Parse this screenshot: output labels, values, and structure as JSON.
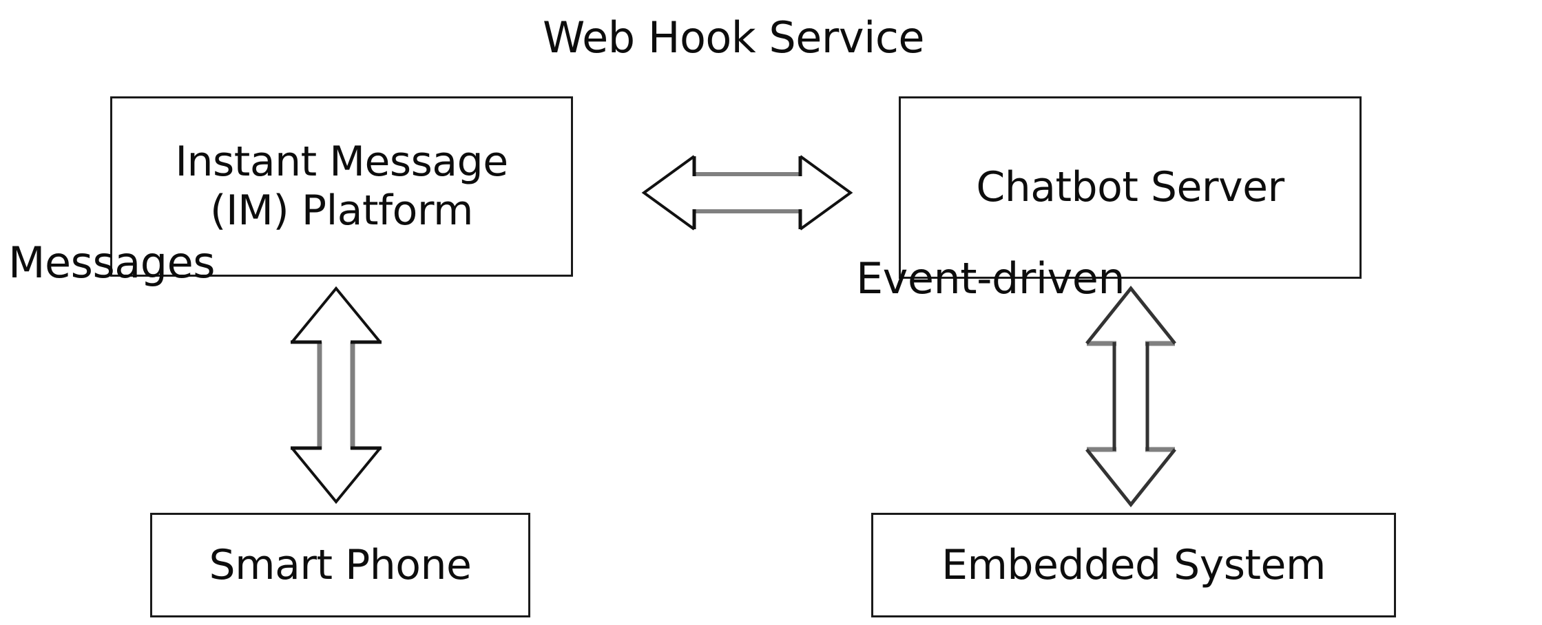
{
  "diagram": {
    "title": "Web Hook Service",
    "background_color": "#ffffff",
    "stroke_color": "#1a1a1a",
    "arrow_shaft_color": "#808080",
    "text_color": "#0d0d0d",
    "nodes": [
      {
        "id": "im-platform",
        "label": "Instant Message\n(IM) Platform"
      },
      {
        "id": "chatbot-server",
        "label": "Chatbot Server"
      },
      {
        "id": "smart-phone",
        "label": "Smart Phone"
      },
      {
        "id": "embedded-system",
        "label": "Embedded System"
      }
    ],
    "edge_labels": {
      "center": "Web Hook Service",
      "left": "Messages",
      "right": "Event-driven"
    },
    "connectors": [
      {
        "id": "im-to-chatbot",
        "type": "double-arrow",
        "orientation": "horizontal",
        "label": "Web Hook Service"
      },
      {
        "id": "im-to-smartphone",
        "type": "double-arrow",
        "orientation": "vertical",
        "label": "Messages"
      },
      {
        "id": "chatbot-to-embedded",
        "type": "double-arrow",
        "orientation": "vertical",
        "label": "Event-driven"
      }
    ]
  }
}
